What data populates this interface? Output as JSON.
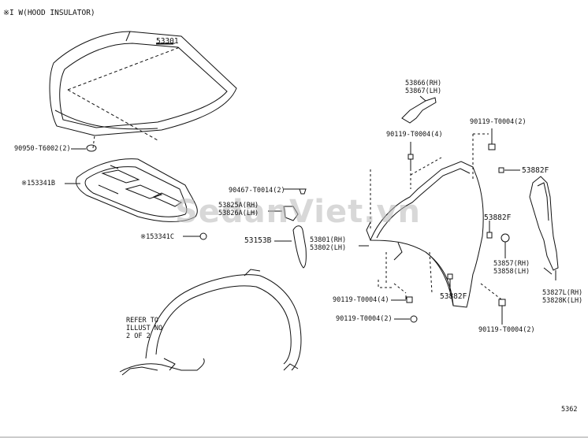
{
  "header": {
    "note": "※I W(HOOD INSULATOR)"
  },
  "watermark": "SedanViet.vn",
  "page_code": "5362",
  "refer_note": "REFER TO\nILLUST NO\n2 OF 2",
  "parts": {
    "hood": "53301",
    "hood_cushion": "90950-T6002(2)",
    "hood_insulator": "※153341B",
    "insulator_clip": "※153341C",
    "cowl_seal_rh_lh": "53866(RH)\n53867(LH)",
    "bolt_top": "90119-T0004(4)",
    "bolt_right_top": "90119-T0004(2)",
    "clip_fender_upper": "53882F",
    "clip_fender_mid": "53882F",
    "clip_fender_lower": "53882F",
    "screw_upper_left": "90467-T0014(2)",
    "bracket_rh_lh": "53825A(RH)\n53826A(LH)",
    "seal_53153b": "53153B",
    "fender_rh_lh": "53801(RH)\n53802(LH)",
    "pad_rh_lh": "53857(RH)\n53858(LH)",
    "liner_rh_lh": "53827L(RH)\n53828K(LH)",
    "bolt_lower_left4": "90119-T0004(4)",
    "bolt_lower_left2": "90119-T0004(2)",
    "bolt_lower_right2": "90119-T0004(2)"
  }
}
